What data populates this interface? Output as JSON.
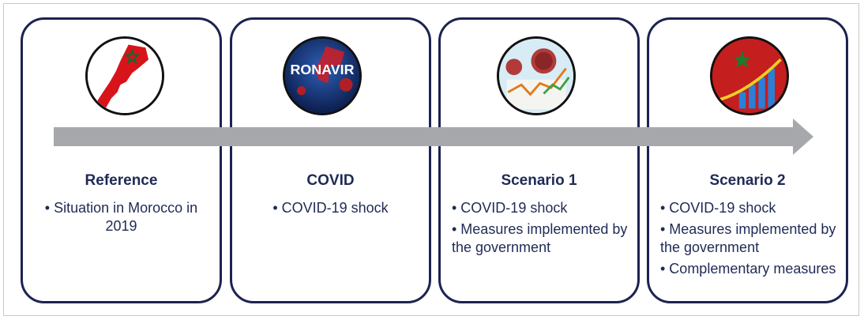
{
  "panels": [
    {
      "title": "Reference",
      "icon": "morocco-map-icon",
      "bullets": [
        "• Situation in Morocco in 2019"
      ]
    },
    {
      "title": "COVID",
      "icon": "coronavirus-icon",
      "icon_text": "RONAVIR",
      "bullets": [
        "• COVID-19 shock"
      ]
    },
    {
      "title": "Scenario 1",
      "icon": "virus-chart-icon",
      "bullets": [
        "• COVID-19 shock",
        "• Measures implemented by the government"
      ]
    },
    {
      "title": "Scenario 2",
      "icon": "morocco-growth-chart-icon",
      "bullets": [
        "• COVID-19 shock",
        "• Measures implemented by the government",
        "• Complementary measures"
      ]
    }
  ],
  "colors": {
    "border": "#1b2350",
    "text": "#1f2a55",
    "arrow": "#a6a8ab"
  }
}
